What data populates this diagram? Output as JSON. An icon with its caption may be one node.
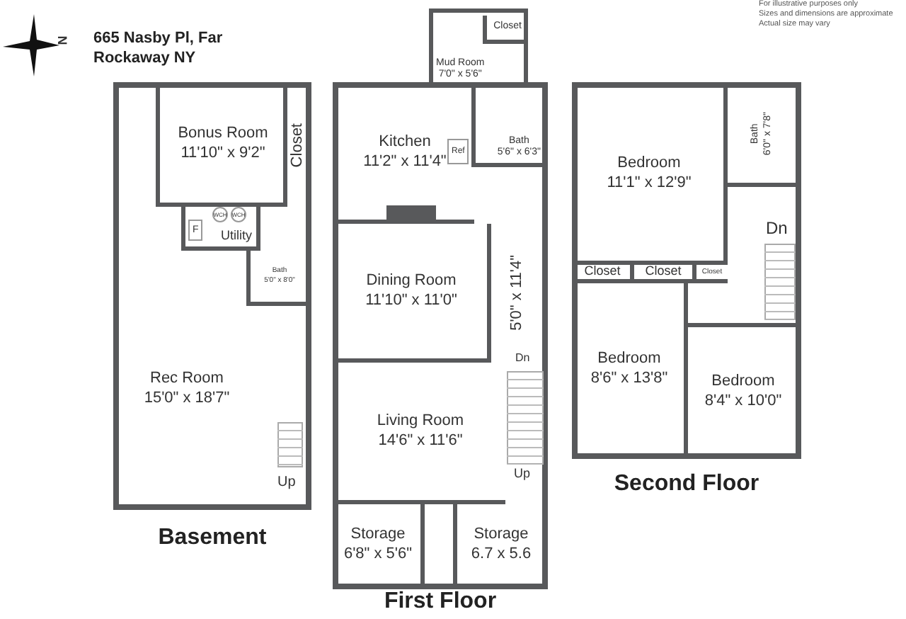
{
  "diagram": {
    "title": "665 Nasby Pl, Far Rockaway NY",
    "nodes": [
      {
        "text": [
          "Basement"
        ]
      },
      {
        "text": [
          "Bonus Room",
          "11'10\" x 9'2\""
        ],
        "in": 0
      },
      {
        "text": [
          "Closet"
        ],
        "in": 0
      },
      {
        "text": [
          "Utility"
        ],
        "in": 0
      },
      {
        "text": [
          "Bath",
          "5'0\" x 8'0\""
        ],
        "in": 0
      },
      {
        "text": [
          "Rec Room",
          "15'0\" x 18'7\""
        ],
        "in": 0
      },
      {
        "text": [
          "First Floor"
        ]
      },
      {
        "text": [
          "Mud Room",
          "7'0\" x 5'6\""
        ]
      },
      {
        "text": [
          "Closet"
        ],
        "in": 7
      },
      {
        "text": [
          "Kitchen",
          "11'2\" x 11'4\""
        ],
        "in": 6
      },
      {
        "text": [
          "Bath",
          "5'6\" x 6'3\""
        ],
        "in": 6
      },
      {
        "text": [
          "Dining Room",
          "11'10\" x 11'0\""
        ],
        "in": 6
      },
      {
        "text": [
          "5'0\" x 11'4\""
        ],
        "in": 6
      },
      {
        "text": [
          "Living Room",
          "14'6\" x 11'6\""
        ],
        "in": 6
      },
      {
        "text": [
          "Storage",
          "6'8\" x 5'6\""
        ],
        "in": 6
      },
      {
        "text": [
          "Storage",
          "6.7 x 5.6"
        ],
        "in": 6
      },
      {
        "text": [
          "Second Floor"
        ]
      },
      {
        "text": [
          "Bedroom",
          "11'1\" x 12'9\""
        ],
        "in": 16
      },
      {
        "text": [
          "Bath",
          "6'0\" x 7'8\""
        ],
        "in": 16
      },
      {
        "text": [
          "Closet"
        ],
        "in": 16
      },
      {
        "text": [
          "Closet"
        ],
        "in": 16
      },
      {
        "text": [
          "Closet"
        ],
        "in": 16
      },
      {
        "text": [
          "Bedroom",
          "8'6\" x 13'8\""
        ],
        "in": 16
      },
      {
        "text": [
          "Bedroom",
          "8'4\" x 10'0\""
        ],
        "in": 16
      }
    ],
    "labels": [
      "N",
      "For illustrative purposes only",
      "Sizes and dimensions are approximate",
      "Actual size may vary",
      "F",
      "WCH",
      "WCH",
      "Up",
      "Ref",
      "Dn",
      "Up",
      "Dn"
    ]
  }
}
